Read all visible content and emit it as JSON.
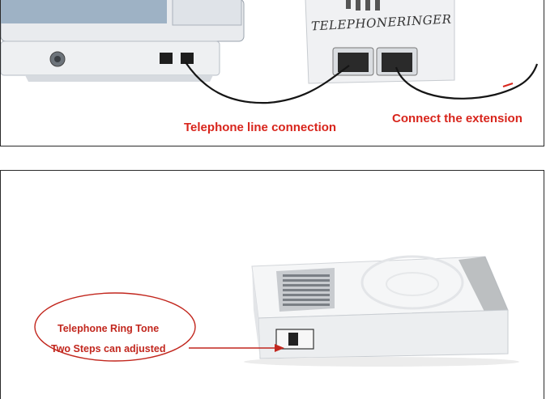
{
  "top_panel": {
    "device_brand": "TELEPHONERINGER",
    "labels": {
      "line_connection": "Telephone line connection",
      "extension": "Connect the extension"
    }
  },
  "bottom_panel": {
    "callout": {
      "line1": "Telephone Ring Tone",
      "line2": "Two Steps can adjusted"
    }
  },
  "colors": {
    "label_red": "#d8251c",
    "frame": "#2a2a2a",
    "device_white": "#f2f2f2"
  }
}
